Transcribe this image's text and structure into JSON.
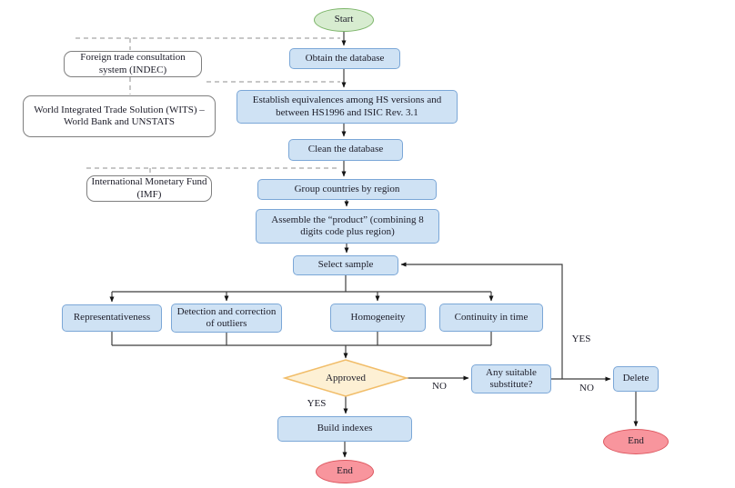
{
  "palette": {
    "process_fill": "#cfe2f4",
    "process_border": "#7ba7d7",
    "start_fill": "#d7ecd0",
    "start_border": "#7cb569",
    "end_fill": "#f8959d",
    "end_border": "#dd5860",
    "decision_fill": "#fdf0d4",
    "decision_border": "#f1bd69",
    "line": "#3f3f3f",
    "dashed_line": "#8f8f8f"
  },
  "nodes": {
    "start": {
      "label": "Start"
    },
    "obtain_database": {
      "label": "Obtain the database"
    },
    "establish_equivalences": {
      "label": "Establish equivalences among HS versions and between HS1996 and ISIC Rev. 3.1"
    },
    "clean_database": {
      "label": "Clean the database"
    },
    "group_countries": {
      "label": "Group countries by region"
    },
    "assemble_product": {
      "label": "Assemble the “product” (combining 8 digits code plus region)"
    },
    "select_sample": {
      "label": "Select sample"
    },
    "representativeness": {
      "label": "Representativeness"
    },
    "detection_outliers": {
      "label": "Detection and correction of outliers"
    },
    "homogeneity": {
      "label": "Homogeneity"
    },
    "continuity_in_time": {
      "label": "Continuity in time"
    },
    "approved": {
      "label": "Approved"
    },
    "any_suitable_substitute": {
      "label": "Any suitable substitute?"
    },
    "delete": {
      "label": "Delete"
    },
    "build_indexes": {
      "label": "Build indexes"
    },
    "end_main": {
      "label": "End"
    },
    "end_right": {
      "label": "End"
    }
  },
  "sources": {
    "indec": {
      "label": "Foreign trade consultation system (INDEC)"
    },
    "wits": {
      "label": "World Integrated Trade Solution (WITS) – World Bank and UNSTATS"
    },
    "imf": {
      "label": "International Monetary Fund (IMF)"
    }
  },
  "edge_labels": {
    "approved_yes": "YES",
    "approved_no": "NO",
    "substitute_yes": "YES",
    "substitute_no": "NO"
  }
}
